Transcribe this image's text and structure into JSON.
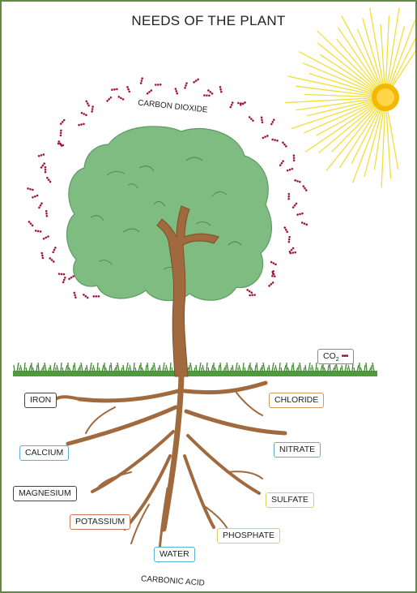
{
  "title": "NEEDS OF THE PLANT",
  "labels": {
    "carbon_dioxide": "CARBON DIOXIDE",
    "co2": "CO",
    "co2_sub": "2",
    "co2_dots": "•••",
    "iron": "IRON",
    "chloride": "CHLORIDE",
    "calcium": "CALCIUM",
    "nitrate": "NITRATE",
    "magnesium": "MAGNESIUM",
    "sulfate": "SULFATE",
    "potassium": "POTASSIUM",
    "phosphate": "PHOSPHATE",
    "water": "WATER",
    "carbonic_acid": "CARBONIC ACID"
  },
  "colors": {
    "border": "#5f8b3a",
    "foliage": "#7fbc82",
    "trunk": "#a06a3e",
    "grass": "#4f9a3c",
    "sun": "#f5b800",
    "co2_dot": "#a3123a"
  }
}
